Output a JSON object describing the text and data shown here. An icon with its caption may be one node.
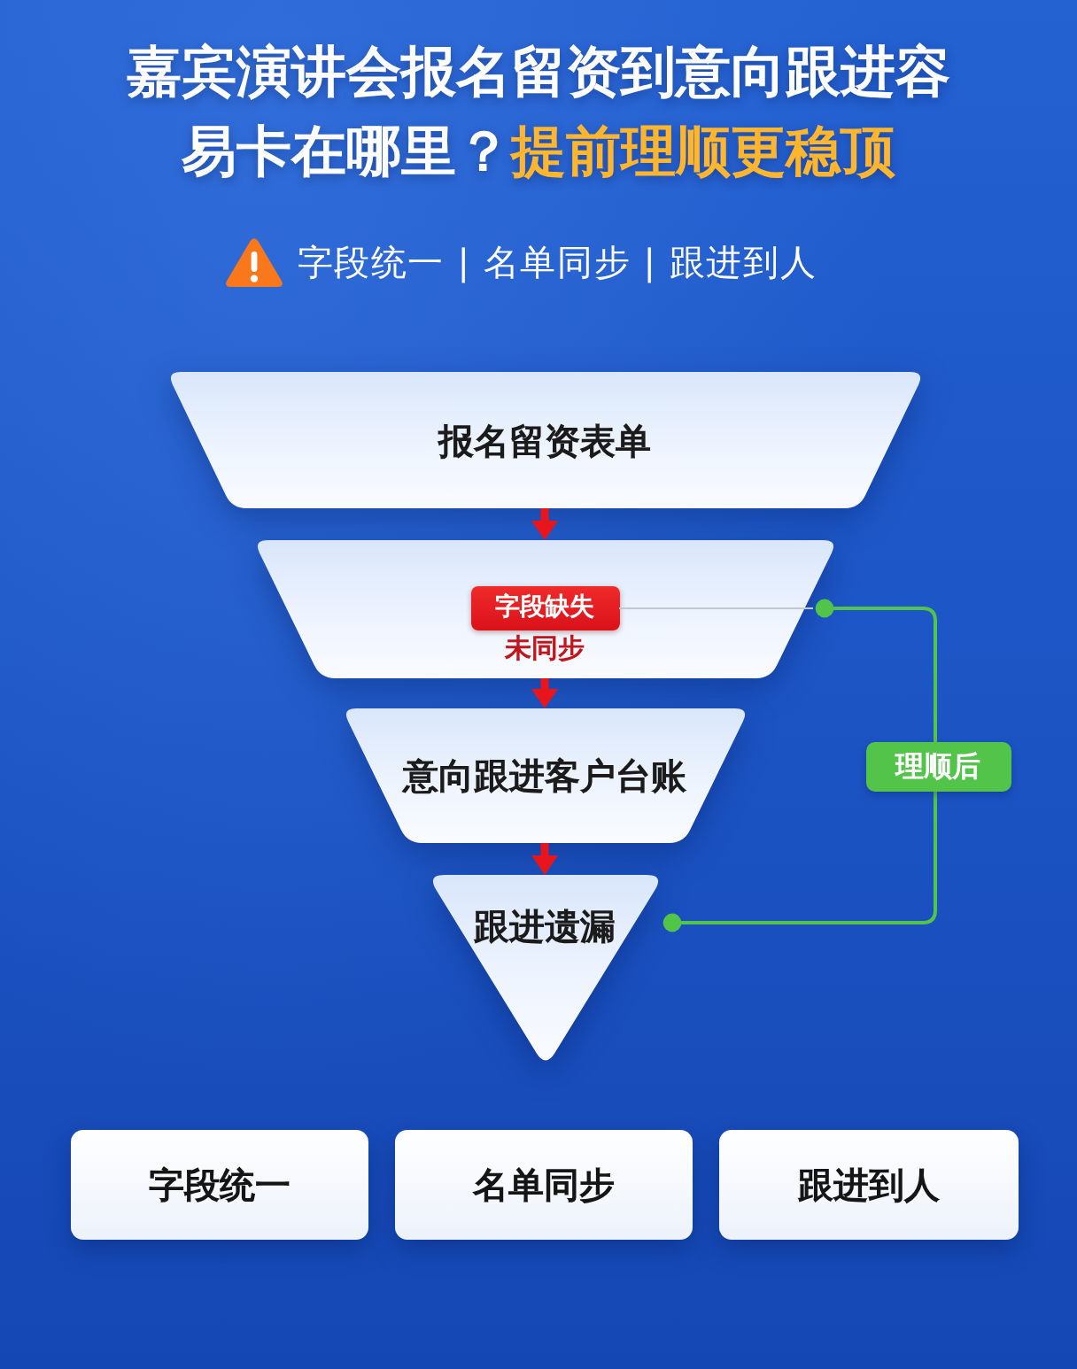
{
  "diagram": {
    "title": "嘉宾演讲会报名留资到意向跟进容易卡在哪里？**提前理顺更稳顶**",
    "nodes": [
      {
        "text": [
          "报名留资表单"
        ]
      },
      {
        "text": [
          "未同步"
        ]
      },
      {
        "text": [
          "字段缺失"
        ],
        "in": 1
      },
      {
        "text": [
          "意向跟进客户台账"
        ]
      },
      {
        "text": [
          "跟进遗漏"
        ]
      },
      {
        "text": [
          "字段统一"
        ]
      },
      {
        "text": [
          "名单同步"
        ]
      },
      {
        "text": [
          "跟进到人"
        ]
      }
    ],
    "edges": [
      {
        "from": 0,
        "to": 1,
        "arrow": "to"
      },
      {
        "from": 1,
        "to": 3,
        "arrow": "to"
      },
      {
        "from": 3,
        "to": 4,
        "arrow": "to"
      },
      {
        "from": 2,
        "to": null,
        "arrow": "none",
        "color": "#c3c7cf"
      },
      {
        "from": 1,
        "to": 4,
        "arrow": "other",
        "label": "理顺后",
        "color": "#52c44a"
      }
    ],
    "labels": [
      "字段统一 | 名单同步 | 跟进到人"
    ]
  }
}
